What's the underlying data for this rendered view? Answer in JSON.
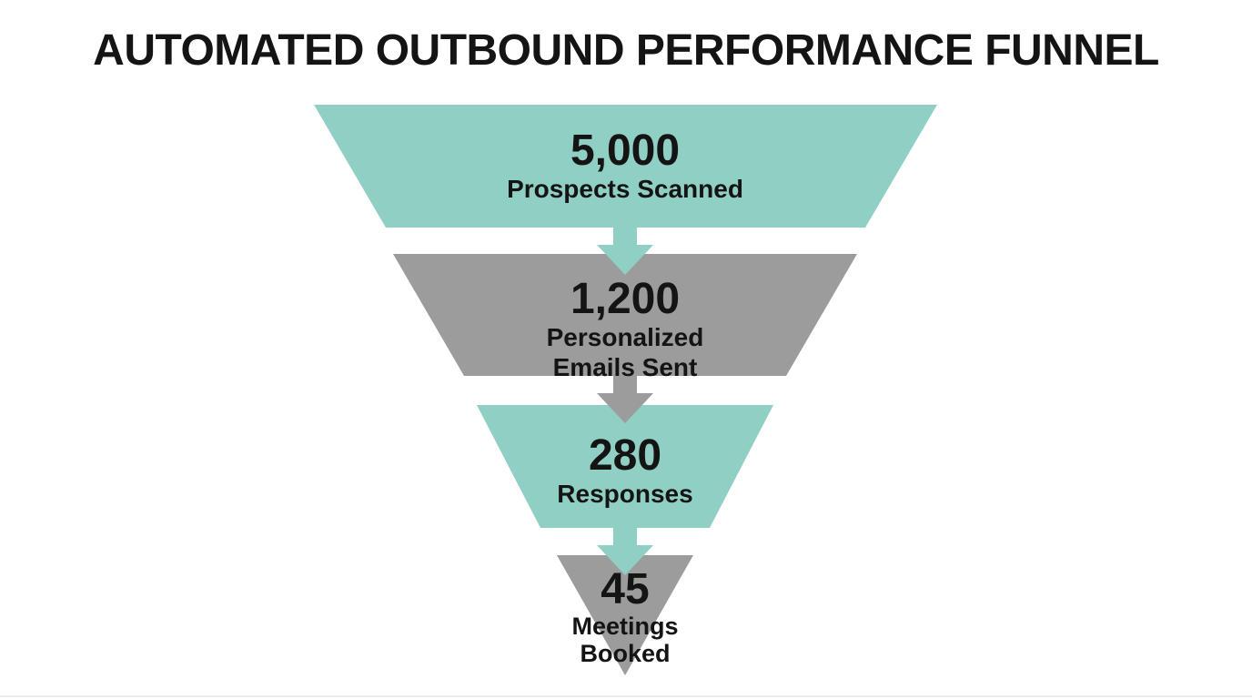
{
  "title": "AUTOMATED OUTBOUND PERFORMANCE FUNNEL",
  "colors": {
    "teal": "#90cfc4",
    "gray": "#9c9c9c",
    "text": "#141414",
    "background": "#ffffff"
  },
  "funnel": {
    "stages": [
      {
        "value": "5,000",
        "label_lines": [
          "Prospects Scanned"
        ],
        "color": "#90cfc4"
      },
      {
        "value": "1,200",
        "label_lines": [
          "Personalized",
          "Emails Sent"
        ],
        "color": "#9c9c9c"
      },
      {
        "value": "280",
        "label_lines": [
          "Responses"
        ],
        "color": "#90cfc4"
      },
      {
        "value": "45",
        "label_lines": [
          "Meetings",
          "Booked"
        ],
        "color": "#9c9c9c"
      }
    ]
  },
  "chart_data": {
    "type": "funnel",
    "title": "AUTOMATED OUTBOUND PERFORMANCE FUNNEL",
    "categories": [
      "Prospects Scanned",
      "Personalized Emails Sent",
      "Responses",
      "Meetings Booked"
    ],
    "values": [
      5000,
      1200,
      280,
      45
    ],
    "colors": [
      "#90cfc4",
      "#9c9c9c",
      "#90cfc4",
      "#9c9c9c"
    ],
    "legend": "none",
    "orientation": "top-down"
  }
}
